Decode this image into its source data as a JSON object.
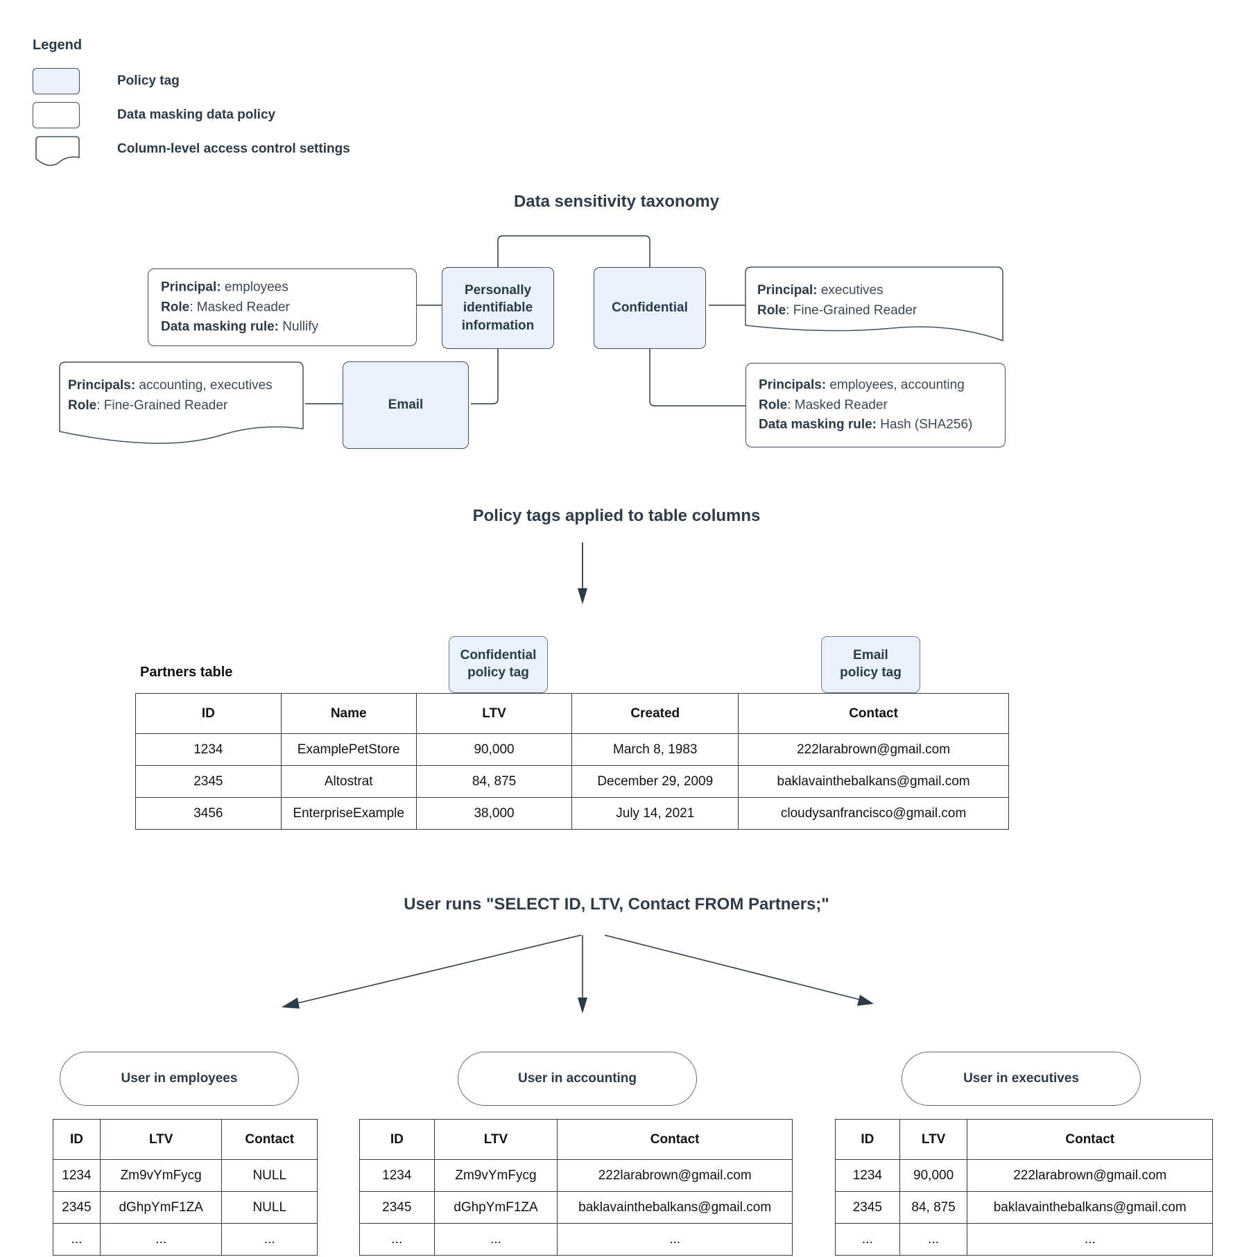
{
  "legend": {
    "title": "Legend",
    "items": [
      {
        "label": "Policy tag",
        "shape": "rounded-filled"
      },
      {
        "label": "Data masking data policy",
        "shape": "rounded"
      },
      {
        "label": "Column-level access control settings",
        "shape": "wavy-bottom"
      }
    ]
  },
  "sections": {
    "taxonomy_title": "Data sensitivity taxonomy",
    "policy_tags_title": "Policy tags applied to table columns",
    "query_title": "User runs \"SELECT ID, LTV, Contact FROM Partners;\""
  },
  "taxonomy": {
    "tags": {
      "pii": "Personally identifiable information",
      "confidential": "Confidential",
      "email": "Email"
    },
    "pii_masking": {
      "principal_key": "Principal:",
      "principal_val": " employees",
      "role_key": "Role",
      "role_val": ": Masked Reader",
      "rule_key": "Data masking rule:",
      "rule_val": " Nullify"
    },
    "email_access": {
      "principals_key": "Principals:",
      "principals_val": " accounting, executives",
      "role_key": "Role",
      "role_val": ": Fine-Grained Reader"
    },
    "confidential_access": {
      "principal_key": "Principal:",
      "principal_val": " executives",
      "role_key": "Role",
      "role_val": ": Fine-Grained Reader"
    },
    "confidential_masking": {
      "principals_key": "Principals:",
      "principals_val": " employees, accounting",
      "role_key": "Role",
      "role_val": ": Masked Reader",
      "rule_key": "Data masking rule:",
      "rule_val": " Hash (SHA256)"
    }
  },
  "partners": {
    "label": "Partners table",
    "confidential_tag": "Confidential policy tag",
    "confidential_tag_l1": "Confidential",
    "confidential_tag_l2": "policy tag",
    "email_tag_l1": "Email",
    "email_tag_l2": "policy tag",
    "columns": [
      "ID",
      "Name",
      "LTV",
      "Created",
      "Contact"
    ],
    "rows": [
      [
        "1234",
        "ExamplePetStore",
        "90,000",
        "March 8, 1983",
        "222larabrown@gmail.com"
      ],
      [
        "2345",
        "Altostrat",
        "84, 875",
        "December 29, 2009",
        "baklavainthebalkans@gmail.com"
      ],
      [
        "3456",
        "EnterpriseExample",
        "38,000",
        "July 14, 2021",
        "cloudysanfrancisco@gmail.com"
      ]
    ]
  },
  "results": [
    {
      "pill": "User in employees",
      "columns": [
        "ID",
        "LTV",
        "Contact"
      ],
      "rows": [
        [
          "1234",
          "Zm9vYmFycg",
          "NULL"
        ],
        [
          "2345",
          "dGhpYmF1ZA",
          "NULL"
        ],
        [
          "...",
          "...",
          "..."
        ]
      ]
    },
    {
      "pill": "User in accounting",
      "columns": [
        "ID",
        "LTV",
        "Contact"
      ],
      "rows": [
        [
          "1234",
          "Zm9vYmFycg",
          "222larabrown@gmail.com"
        ],
        [
          "2345",
          "dGhpYmF1ZA",
          "baklavainthebalkans@gmail.com"
        ],
        [
          "...",
          "...",
          "..."
        ]
      ]
    },
    {
      "pill": "User in executives",
      "columns": [
        "ID",
        "LTV",
        "Contact"
      ],
      "rows": [
        [
          "1234",
          "90,000",
          "222larabrown@gmail.com"
        ],
        [
          "2345",
          "84, 875",
          "baklavainthebalkans@gmail.com"
        ],
        [
          "...",
          "...",
          "..."
        ]
      ]
    }
  ],
  "colors": {
    "tag_fill": "#e9f2fd",
    "stroke": "#41505e",
    "text": "#2b3a47"
  }
}
